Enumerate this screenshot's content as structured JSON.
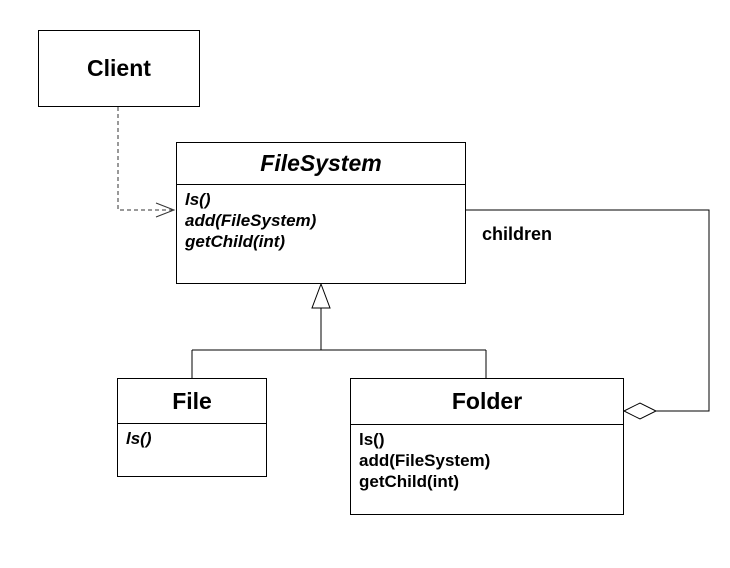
{
  "classes": {
    "client": {
      "name": "Client"
    },
    "filesystem": {
      "name": "FileSystem",
      "operations": [
        "ls()",
        "add(FileSystem)",
        "getChild(int)"
      ]
    },
    "file": {
      "name": "File",
      "operations": [
        "ls()"
      ]
    },
    "folder": {
      "name": "Folder",
      "operations": [
        "ls()",
        "add(FileSystem)",
        "getChild(int)"
      ]
    }
  },
  "associations": {
    "children_label": "children"
  }
}
